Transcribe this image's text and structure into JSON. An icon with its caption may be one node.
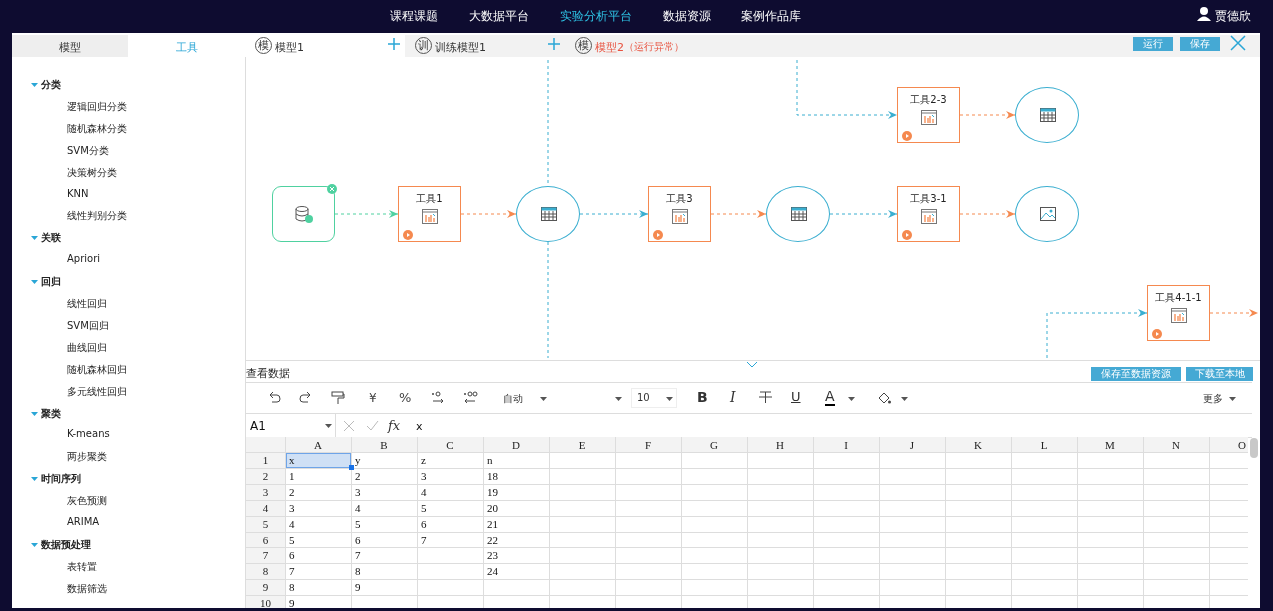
{
  "diagram": {
    "nodes": [
      {
        "text": [
          "工具2-3"
        ]
      },
      {
        "text": [],
        "shape": "circle"
      },
      {
        "text": [],
        "shape": "box"
      },
      {
        "text": [
          "工具1"
        ]
      },
      {
        "text": [],
        "shape": "circle"
      },
      {
        "text": [
          "工具3"
        ]
      },
      {
        "text": [],
        "shape": "circle"
      },
      {
        "text": [
          "工具3-1"
        ]
      },
      {
        "text": [],
        "shape": "circle"
      },
      {
        "text": [
          "工具4-1-1"
        ]
      }
    ],
    "edges": [
      {
        "from": null,
        "to": 0,
        "arrow": "to"
      },
      {
        "from": 0,
        "to": 1,
        "arrow": "to",
        "color": "#f5894f"
      },
      {
        "from": null,
        "to": 4,
        "arrow": "none"
      },
      {
        "from": 2,
        "to": 3,
        "arrow": "to",
        "color": "#4fd1a0"
      },
      {
        "from": 3,
        "to": 4,
        "arrow": "to",
        "color": "#f5894f"
      },
      {
        "from": 4,
        "to": 5,
        "arrow": "to"
      },
      {
        "from": 5,
        "to": 6,
        "arrow": "to",
        "color": "#f5894f"
      },
      {
        "from": 6,
        "to": 7,
        "arrow": "to"
      },
      {
        "from": 7,
        "to": 8,
        "arrow": "to",
        "color": "#f5894f"
      },
      {
        "from": 4,
        "to": null,
        "arrow": "none"
      },
      {
        "from": null,
        "to": 9,
        "arrow": "to"
      },
      {
        "from": 9,
        "to": null,
        "arrow": "to",
        "color": "#f5894f"
      }
    ],
    "labels": [
      "课程课题",
      "大数据平台",
      "实验分析平台",
      "数据资源",
      "案例作品库",
      "贾德欣",
      "模型",
      "工具",
      "模",
      "模型1",
      "训",
      "训练模型1",
      "模",
      "模型2",
      "（运行异常）",
      "运行",
      "保存",
      "分类",
      "逻辑回归分类",
      "随机森林分类",
      "SVM分类",
      "决策树分类",
      "KNN",
      "线性判别分类",
      "关联",
      "Apriori",
      "回归",
      "线性回归",
      "SVM回归",
      "曲线回归",
      "随机森林回归",
      "多元线性回归",
      "聚类",
      "K-means",
      "两步聚类",
      "时间序列",
      "灰色预测",
      "ARIMA",
      "数据预处理",
      "表转置",
      "数据筛选",
      "查看数据",
      "保存至数据资源",
      "下载至本地",
      "¥",
      "%",
      "自动",
      "10",
      "B",
      "I",
      "U",
      "A",
      "更多",
      "A1",
      "fx",
      "x",
      "A",
      "B",
      "C",
      "D",
      "E",
      "F",
      "G",
      "H",
      "I",
      "J",
      "K",
      "L",
      "M",
      "N",
      "O",
      "1",
      "x",
      "y",
      "z",
      "n",
      "2",
      "1",
      "2",
      "3",
      "18",
      "3",
      "2",
      "3",
      "4",
      "19",
      "4",
      "3",
      "4",
      "5",
      "20",
      "5",
      "4",
      "5",
      "6",
      "21",
      "6",
      "5",
      "6",
      "7",
      "22",
      "7",
      "6",
      "7",
      "23",
      "8",
      "7",
      "8",
      "24",
      "9",
      "8",
      "9",
      "10",
      "9"
    ]
  }
}
